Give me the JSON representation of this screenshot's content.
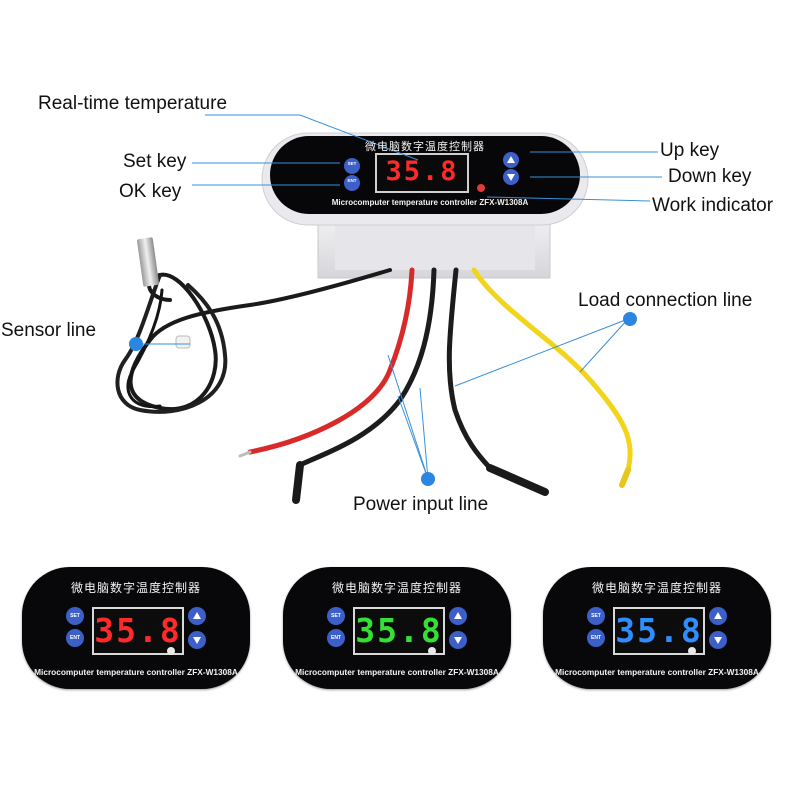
{
  "labels": {
    "realtime_temperature": "Real-time temperature",
    "set_key": "Set key",
    "ok_key": "OK key",
    "up_key": "Up key",
    "down_key": "Down key",
    "work_indicator": "Work indicator",
    "load_connection_line": "Load connection line",
    "sensor_line": "Sensor line",
    "power_input_line": "Power input line"
  },
  "device": {
    "title_cn": "微电脑数字温度控制器",
    "model_text": "Microcomputer temperature controller ZFX-W1308A",
    "display_value": "35.8",
    "set_button": "SET",
    "ent_button": "ENT"
  },
  "variants": [
    {
      "title_cn": "微电脑数字温度控制器",
      "display_value": "35.8",
      "set_button": "SET",
      "ent_button": "ENT",
      "model_text": "Microcomputer temperature controller ZFX-W1308A",
      "digit_color": "#ff2a2a"
    },
    {
      "title_cn": "微电脑数字温度控制器",
      "display_value": "35.8",
      "set_button": "SET",
      "ent_button": "ENT",
      "model_text": "Microcomputer temperature controller ZFX-W1308A",
      "digit_color": "#33e033"
    },
    {
      "title_cn": "微电脑数字温度控制器",
      "display_value": "35.8",
      "set_button": "SET",
      "ent_button": "ENT",
      "model_text": "Microcomputer temperature controller ZFX-W1308A",
      "digit_color": "#2f8dff"
    }
  ],
  "colors": {
    "leader_line": "#3a8fd9",
    "leader_dot": "#2a86e0",
    "button": "#3c5fc8",
    "main_digits": "#ff2a2a",
    "wire_red": "#d92a2a",
    "wire_black": "#1c1c1c",
    "wire_yellow": "#f2d51a"
  }
}
